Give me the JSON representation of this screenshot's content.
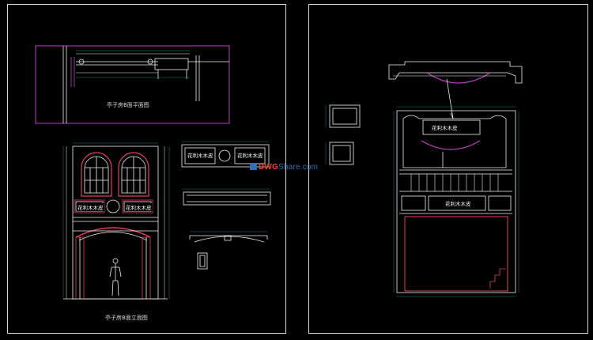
{
  "drawing": {
    "captions": {
      "plan": "亭子房B面平面图",
      "elevation": "亭子房B面立面图"
    },
    "panel_label": "花利木木皮",
    "watermark": {
      "brand": "DWG",
      "rest": "Share.com"
    }
  },
  "colors": {
    "background": "#000000",
    "frame": "#d9d9d9",
    "line_white": "#f2f2f2",
    "magenta": "#c040c0",
    "red": "#e04060",
    "cyan_dim": "#20c0c0",
    "watermark": "#2f6fb6"
  }
}
